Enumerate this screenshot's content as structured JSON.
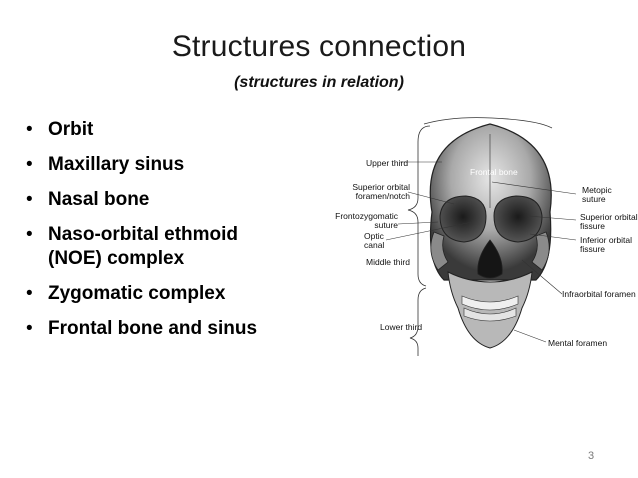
{
  "slide": {
    "title": "Structures connection",
    "subtitle": "(structures in relation)",
    "bullets": [
      {
        "line1": "Orbit"
      },
      {
        "line1": "Maxillary sinus"
      },
      {
        "line1": "Nasal bone"
      },
      {
        "line1": "Naso-orbital ethmoid",
        "line2": "(NOE) complex"
      },
      {
        "line1": "Zygomatic complex"
      },
      {
        "line1": "Frontal bone and sinus"
      }
    ],
    "bullet_glyph": "•",
    "page_number": "3"
  },
  "figure": {
    "labels": {
      "upper_third": "Upper third",
      "frontal_bone": "Frontal bone",
      "superior_orbital_foramen_1": "Superior orbital",
      "superior_orbital_foramen_2": "foramen/notch",
      "metopic_1": "Metopic",
      "metopic_2": "suture",
      "frontozygomatic_1": "Frontozygomatic",
      "frontozygomatic_2": "suture",
      "superior_orbital_fissure_1": "Superior orbital",
      "superior_orbital_fissure_2": "fissure",
      "optic_canal_1": "Optic",
      "optic_canal_2": "canal",
      "inferior_orbital_fissure_1": "Inferior orbital",
      "inferior_orbital_fissure_2": "fissure",
      "middle_third": "Middle third",
      "infraorbital_foramen": "Infraorbital foramen",
      "lower_third": "Lower third",
      "mental_foramen": "Mental foramen"
    }
  },
  "colors": {
    "bone_light": "#d9d9d9",
    "bone_dark": "#2b2b2b",
    "page_number": "#7a7a7a"
  }
}
